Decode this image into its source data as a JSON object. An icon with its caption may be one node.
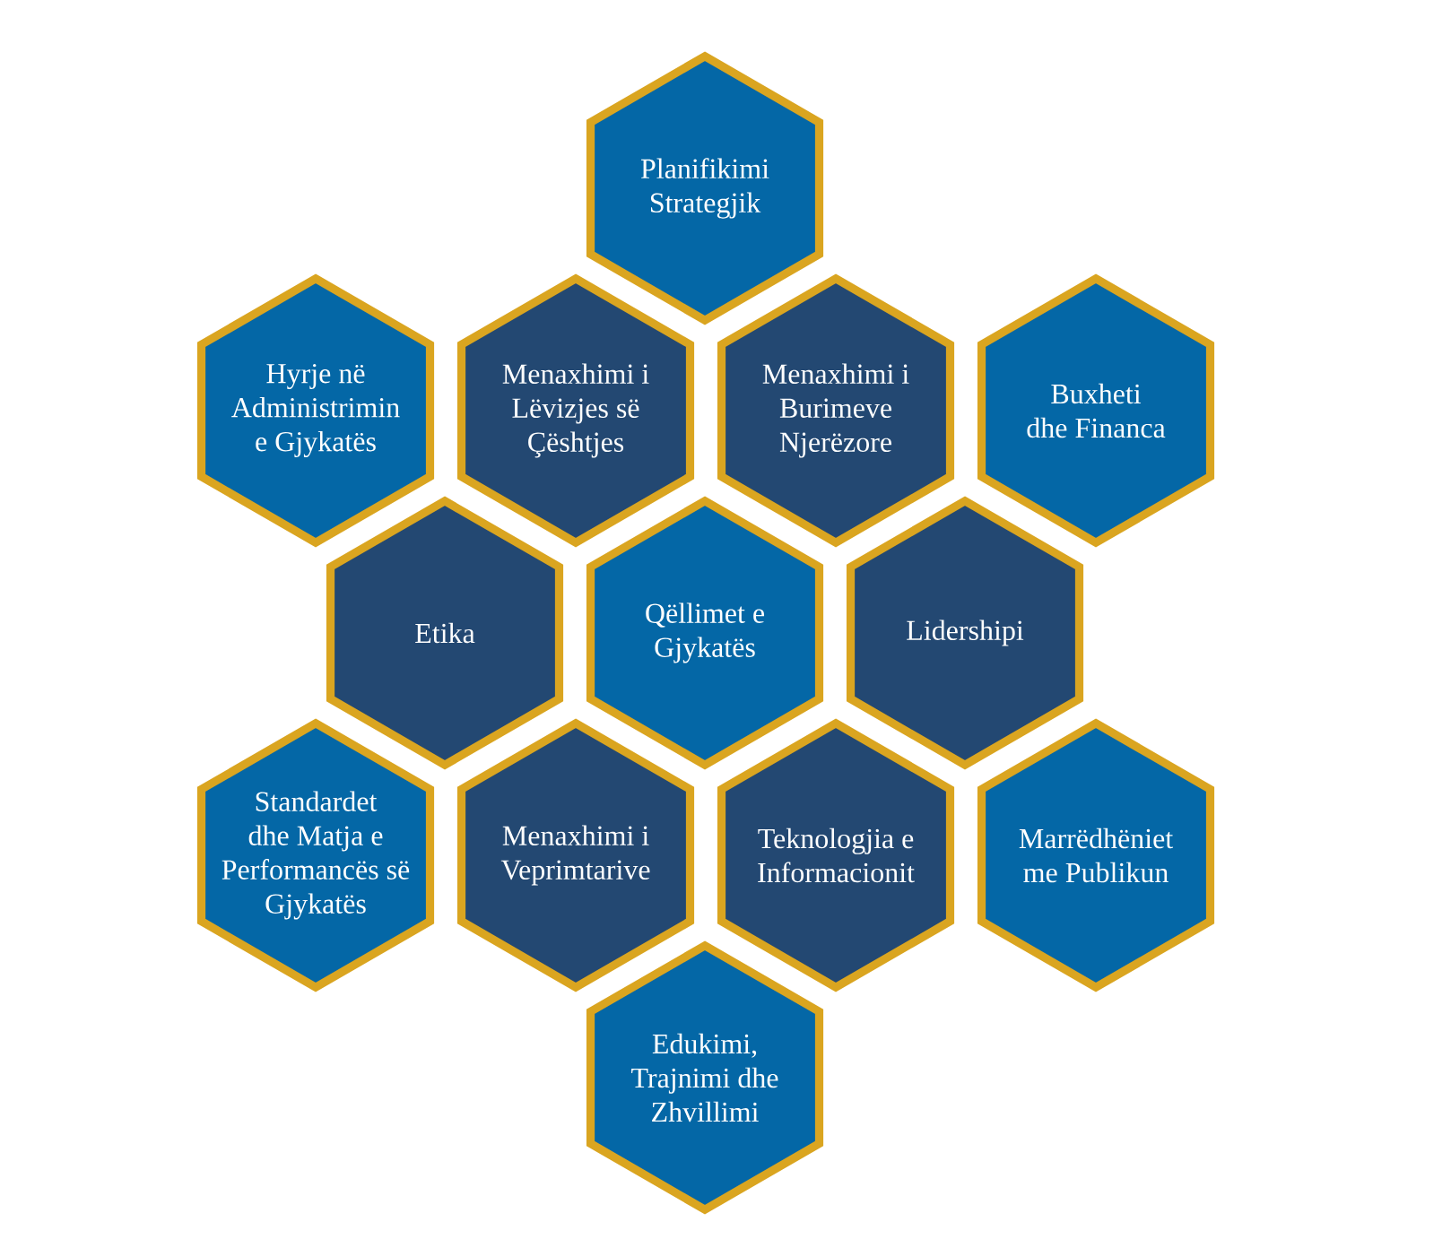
{
  "diagram": {
    "nodes": [
      {
        "text": [
          "Planifikimi Strategjik"
        ]
      },
      {
        "text": [
          "Hyrje në Administrimin e Gjykatës"
        ]
      },
      {
        "text": [
          "Menaxhimi i Lëvizjes së Çështjes"
        ]
      },
      {
        "text": [
          "Menaxhimi i Burimeve Njerëzore"
        ]
      },
      {
        "text": [
          "Buxheti dhe Financa"
        ]
      },
      {
        "text": [
          "Etika"
        ]
      },
      {
        "text": [
          "Qëllimet e Gjykatës"
        ]
      },
      {
        "text": [
          "Lidershipi"
        ]
      },
      {
        "text": [
          "Standardet dhe Matja e Performancës së Gjykatës"
        ]
      },
      {
        "text": [
          "Menaxhimi i Veprimtarive"
        ]
      },
      {
        "text": [
          "Teknologjia e Informacionit"
        ]
      },
      {
        "text": [
          "Marrëdhëniet me Publikun"
        ]
      },
      {
        "text": [
          "Edukimi, Trajnimi dhe Zhvillimi"
        ]
      }
    ]
  }
}
